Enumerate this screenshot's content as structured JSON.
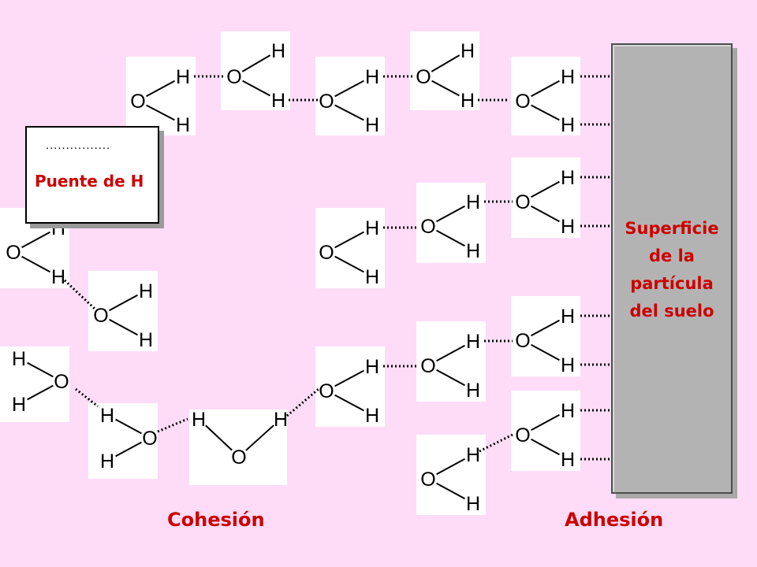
{
  "legend": {
    "symbol": "................",
    "label": "Puente de H"
  },
  "surface": {
    "label": "Superficie\nde la\npartícula\ndel suelo",
    "fill_color": "#b3b3b3"
  },
  "labels": {
    "cohesion": "Cohesión",
    "adhesion": "Adhesión"
  },
  "atoms": {
    "oxygen": "O",
    "hydrogen": "H"
  },
  "colors": {
    "background": "#fedcf7",
    "label_text": "#cc0000",
    "molecule_box": "#ffffff",
    "bond": "#000000"
  }
}
